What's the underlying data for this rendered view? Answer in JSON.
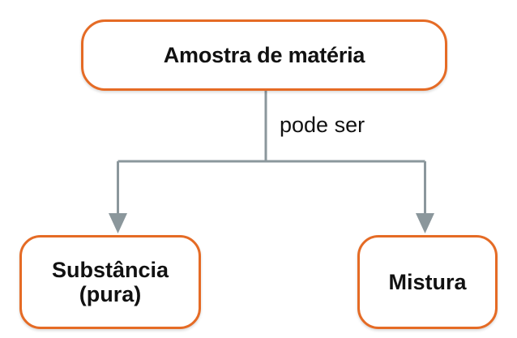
{
  "diagram": {
    "root": {
      "label": "Amostra de matéria"
    },
    "edge_label": "pode ser",
    "children": [
      {
        "label": "Substância\n(pura)"
      },
      {
        "label": "Mistura"
      }
    ]
  },
  "colors": {
    "node_border": "#e56b25",
    "connector": "#8b979c",
    "text": "#111111",
    "background": "#ffffff"
  }
}
